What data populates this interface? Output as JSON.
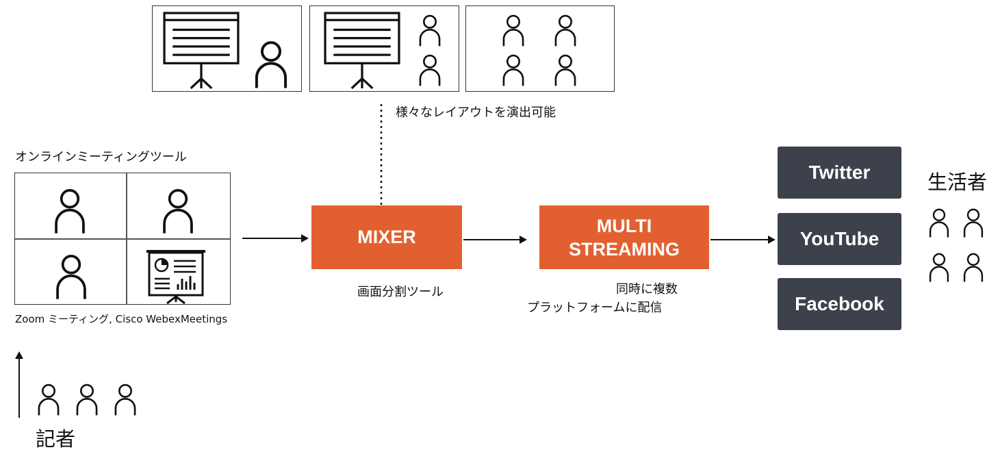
{
  "layouts": {
    "caption": "様々なレイアウトを演出可能",
    "panels": [
      {
        "id": "presentation-with-speaker"
      },
      {
        "id": "presentation-with-two-participants"
      },
      {
        "id": "four-participants"
      }
    ]
  },
  "meeting_tool": {
    "title": "オンラインミーティングツール",
    "caption": "Zoom ミーティング, Cisco WebexMeetings"
  },
  "mixer": {
    "label": "MIXER",
    "caption": "画面分割ツール"
  },
  "multi_streaming": {
    "label_line1": "MULTI",
    "label_line2": "STREAMING",
    "caption_line1": "同時に複数",
    "caption_line2": "プラットフォームに配信"
  },
  "platforms": [
    "Twitter",
    "YouTube",
    "Facebook"
  ],
  "audience": {
    "label": "生活者"
  },
  "reporters": {
    "label": "記者"
  },
  "colors": {
    "accent_orange": "#E2602F",
    "platform_dark": "#3C414B",
    "line": "#111111"
  },
  "icons": [
    "person-icon",
    "presentation-board-icon",
    "arrow-right-icon",
    "arrow-up-icon"
  ]
}
